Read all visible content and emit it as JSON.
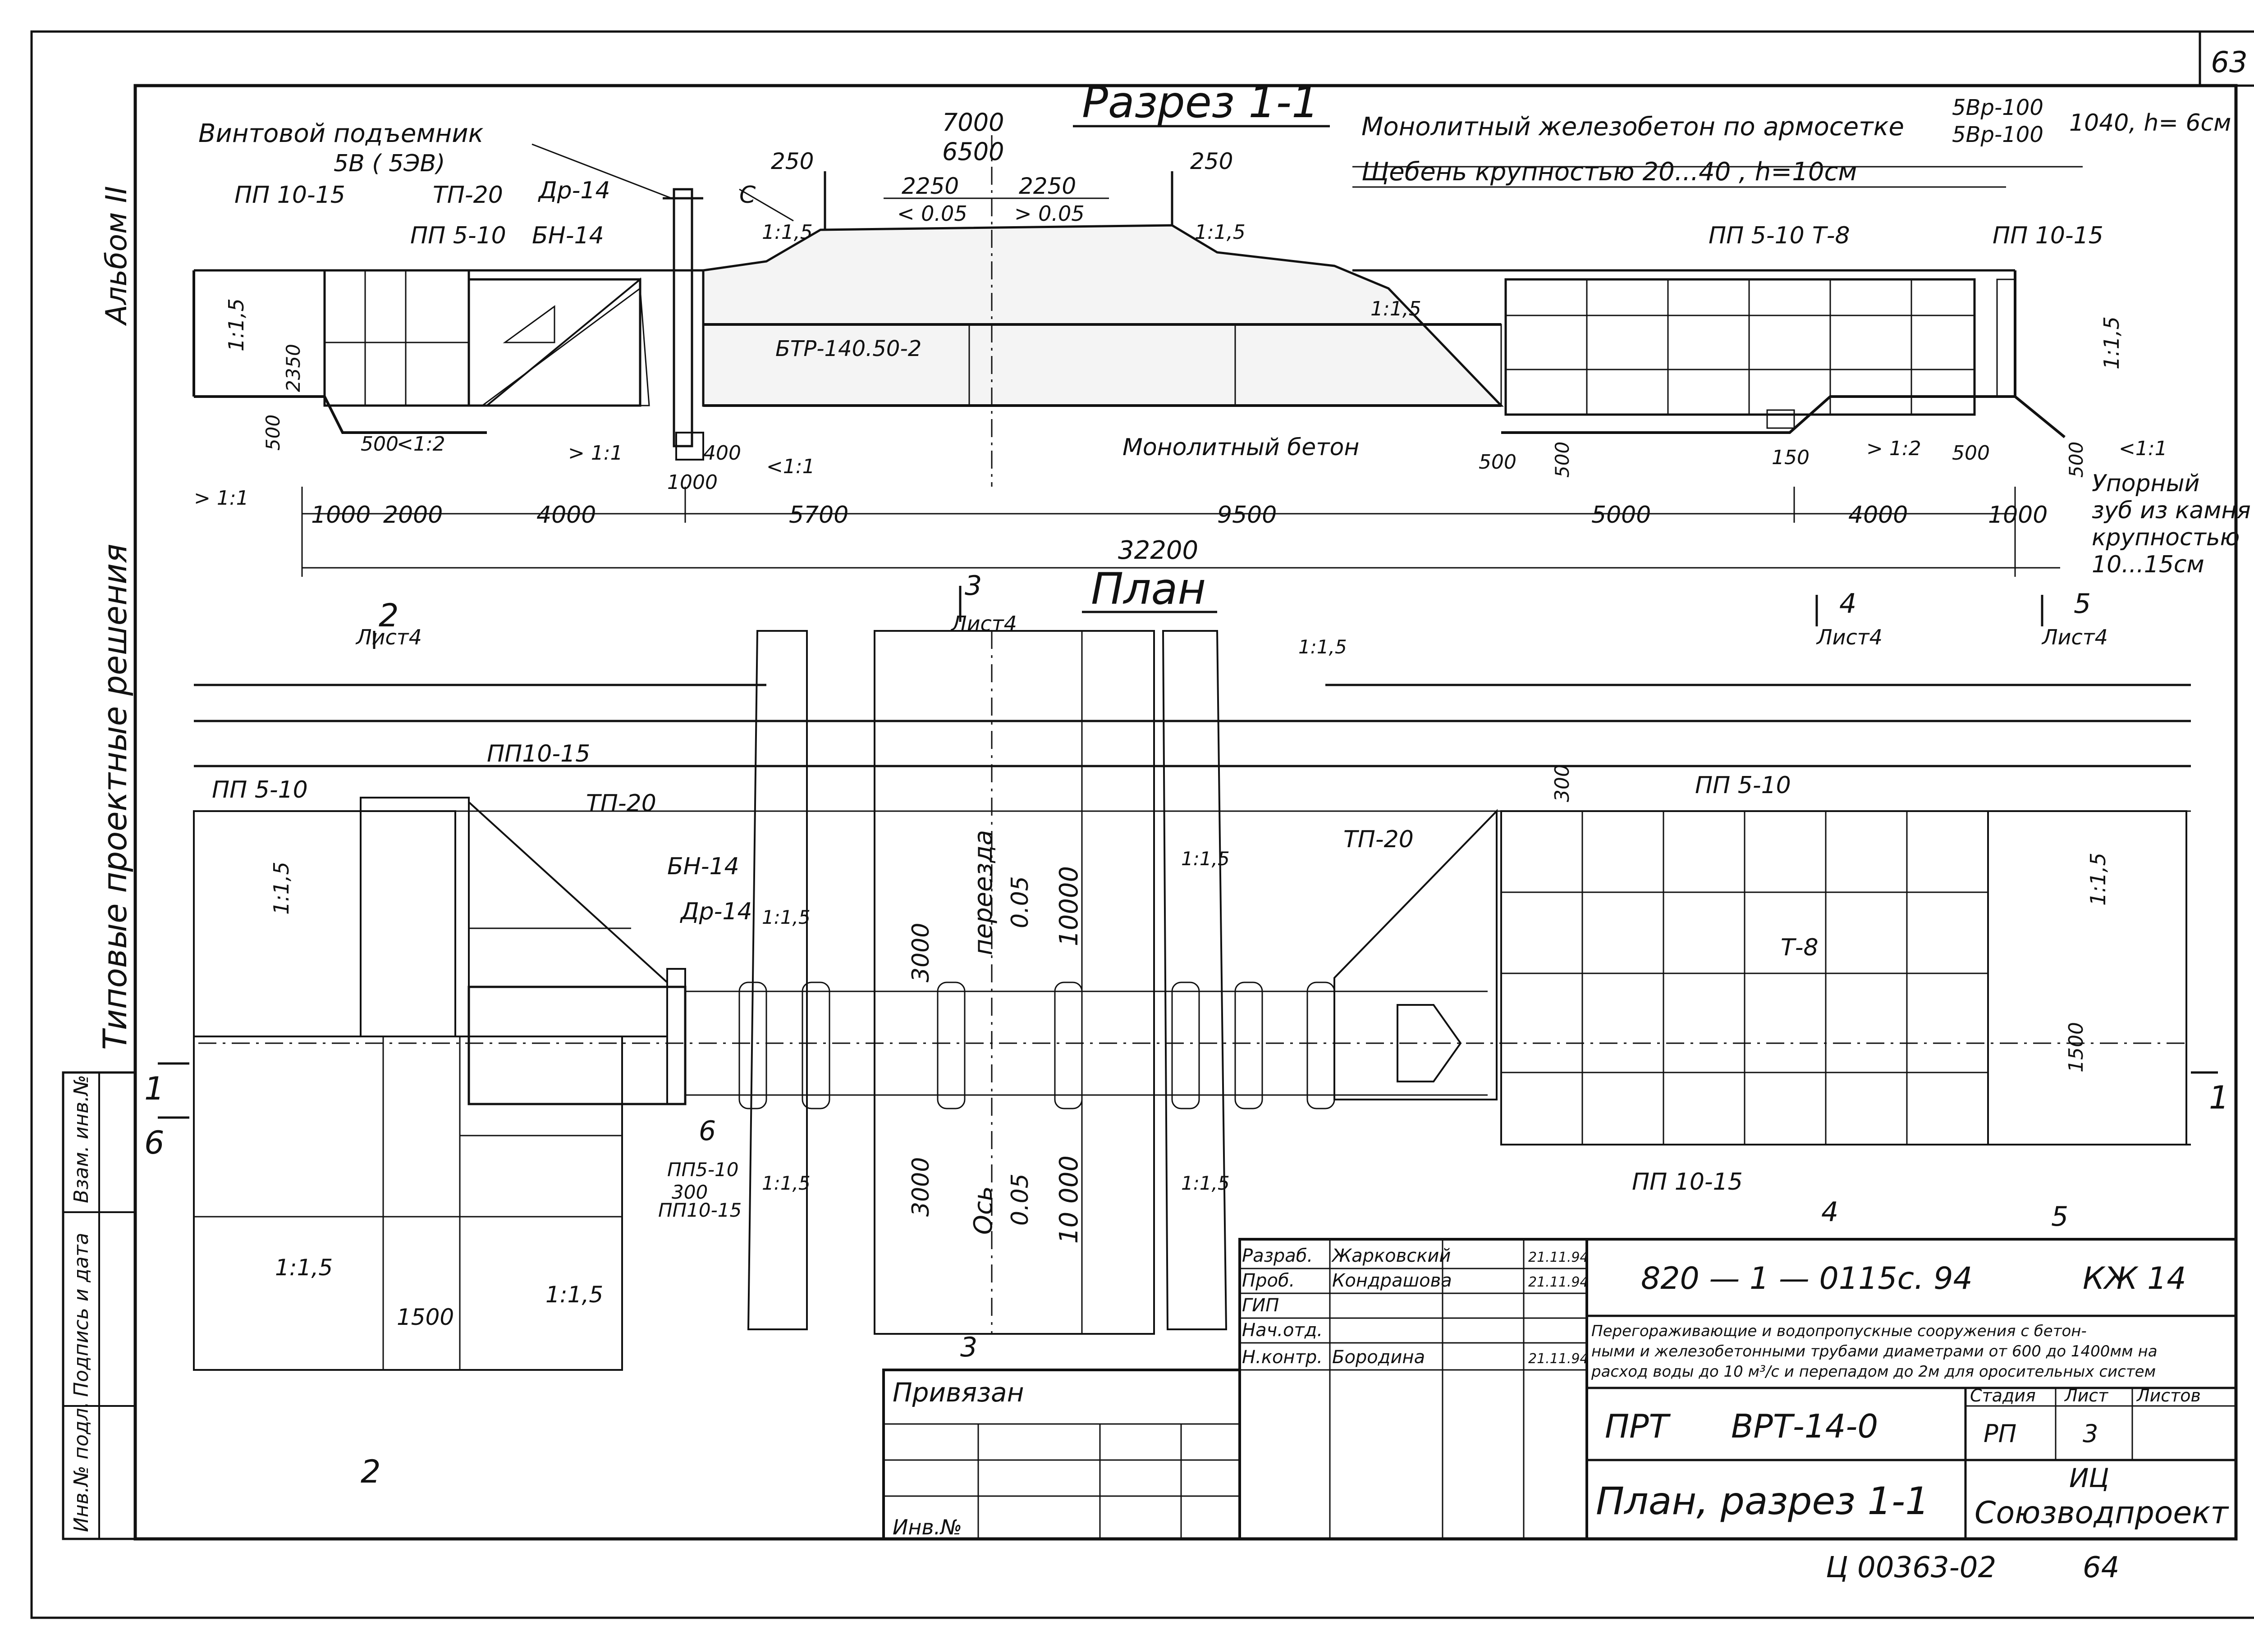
{
  "sheet": {
    "page_number": "63",
    "side_album": "Альбом II",
    "side_series": "Типовые проектные решения",
    "side_cells": [
      "Взам. инв.№",
      "Подпись и дата",
      "Инв.№ подл."
    ]
  },
  "section": {
    "title": "Разрез 1-1",
    "labels": {
      "lift": "Винтовой подъемник",
      "lift2": "5В ( 5ЭВ)",
      "pp1015": "ПП 10-15",
      "pp510": "ПП 5-10",
      "tp20": "ТП-20",
      "dr14": "Др-14",
      "bn14": "БН-14",
      "c": "С",
      "pipe": "БТР-140.50-2",
      "concrete": "Монолитный бетон",
      "t8": "Т-8",
      "pp510r": "ПП 5-10",
      "pp1015r": "ПП 10-15",
      "monolith": "Монолитный железобетон по армосетке",
      "mesh_top": "5Вр-100",
      "mesh_bot": "5Вр-100",
      "mesh_tail": "1040, h= 6см",
      "gravel": "Щебень крупностью 20...40 , h=10см",
      "tooth1": "Упорный",
      "tooth2": "зуб из камня",
      "tooth3": "крупностью",
      "tooth4": "10...15см"
    },
    "slopes": [
      "1:1,5",
      "1:1,5",
      "1:1,5",
      "1:1,5",
      "1:1,5",
      "<1:2",
      "> 1:1",
      "<1:1",
      "> 1:1",
      "> 1:2",
      "<1:1"
    ],
    "fall": [
      "< 0.05",
      "> 0.05"
    ],
    "dims_top": [
      "7000",
      "6500",
      "250",
      "250",
      "2250",
      "2250"
    ],
    "dims_left": [
      "2350",
      "500",
      "500",
      "400",
      "1000"
    ],
    "dims_misc": [
      "500",
      "500",
      "150",
      "500",
      "500"
    ],
    "dims_row": [
      "1000",
      "2000",
      "4000",
      "5700",
      "9500",
      "5000",
      "4000",
      "1000"
    ],
    "dim_total": "32200"
  },
  "plan": {
    "title": "План",
    "cuts": {
      "c2": "2",
      "c2s": "Лист4",
      "c3": "3",
      "c3s": "Лист4",
      "c4": "4",
      "c4s": "Лист4",
      "c5": "5",
      "c5s": "Лист4",
      "c1": "1",
      "c6": "6",
      "c6b": "6",
      "c3b": "3",
      "c4b": "4",
      "c5b": "5",
      "c2b": "2",
      "c1r": "1"
    },
    "labels": {
      "pp510": "ПП 5-10",
      "pp1015": "ПП10-15",
      "tp20": "ТП-20",
      "bn14": "БН-14",
      "dr14": "Др-14",
      "tp20r": "ТП-20",
      "pp510r": "ПП 5-10",
      "t8": "Т-8",
      "pp1015r": "ПП 10-15",
      "pp510b": "ПП5-10",
      "pp1015b": "ПП10-15",
      "crossing": "переезда",
      "axis": "Ось",
      "s1": "0.05",
      "s2": "0.05"
    },
    "dims": [
      "3000",
      "3000",
      "10000",
      "10 000",
      "300",
      "300",
      "1500",
      "1500"
    ],
    "slopes": [
      "1:1,5",
      "1:1,5",
      "1:1,5",
      "1:1,5",
      "1:1,5",
      "1:1,5",
      "1:1,5",
      "1:1,5",
      "1:1,5"
    ]
  },
  "title_block": {
    "roles": [
      "Разраб.",
      "Проб.",
      "ГИП",
      "Нач.отд.",
      "Н.контр."
    ],
    "names": [
      "Жарковский",
      "Кондрашова",
      "",
      "",
      "Бородина"
    ],
    "dates": [
      "21.11.94",
      "21.11.94",
      "",
      "",
      "21.11.94"
    ],
    "code": "820 — 1 — 0115с. 94",
    "mark": "КЖ 14",
    "description_1": "Перегораживающие и водопропускные сооружения с бетон-",
    "description_2": "ными и железобетонными трубами диаметрами от 600 до 1400мм на",
    "description_3": "расход воды до 10 м³/с и перепадом до 2м для оросительных систем",
    "type_a": "ПРТ",
    "type_b": "ВРТ-14-0",
    "stage_h": "Стадия",
    "sheet_h": "Лист",
    "sheets_h": "Листов",
    "stage": "РП",
    "sheet_no": "3",
    "drawing_name": "План, разрез 1-1",
    "org_1": "ИЦ",
    "org_2": "Союзводпроект",
    "bound": "Привязан",
    "inv": "Инв.№",
    "footer_code": "Ц 00363-02",
    "footer_page": "64"
  }
}
